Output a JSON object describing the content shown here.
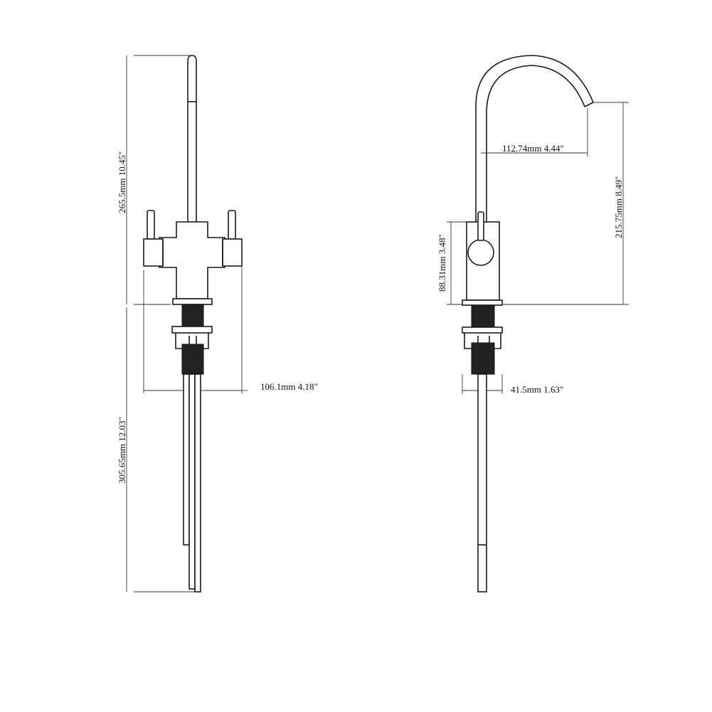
{
  "dimensions": {
    "front_height_upper": "265.5mm 10.45\"",
    "front_height_lower": "305.65mm 12.03\"",
    "front_width": "106.1mm 4.18\"",
    "side_reach": "112.74mm 4.44\"",
    "side_spout_height": "215.75mm 8.49\"",
    "side_body_height": "88.31mm 3.48\"",
    "side_base_width": "41.5mm 1.63\""
  }
}
